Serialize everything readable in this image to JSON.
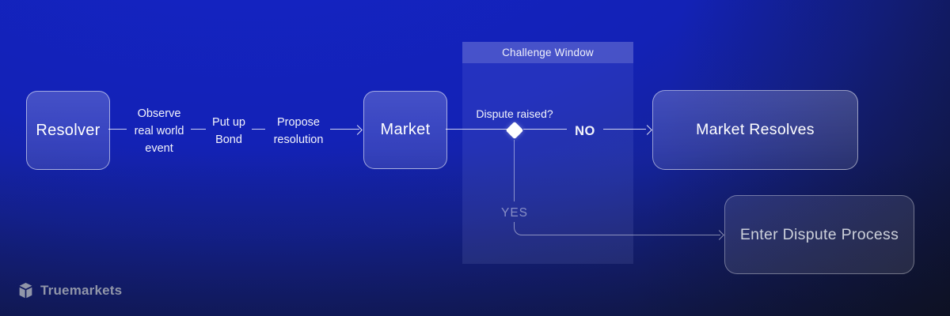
{
  "diagram": {
    "panel": {
      "title": "Challenge Window"
    },
    "nodes": {
      "resolver": "Resolver",
      "market": "Market",
      "market_resolves": "Market Resolves",
      "enter_dispute": "Enter Dispute Process"
    },
    "labels": {
      "observe": "Observe\nreal world\nevent",
      "bond": "Put up\nBond",
      "propose": "Propose\nresolution",
      "question": "Dispute raised?",
      "no": "NO",
      "yes": "YES"
    }
  },
  "brand": {
    "name": "Truemarkets"
  },
  "colors": {
    "background_top_left": "#1322b6",
    "background_bottom_right": "#15192a",
    "node_border": "rgba(255,255,255,0.55)",
    "connector_line": "rgba(255,255,255,0.8)",
    "connector_line_dim": "rgba(255,255,255,0.48)",
    "diamond": "#ffffff",
    "brand_text": "#9196a9"
  }
}
